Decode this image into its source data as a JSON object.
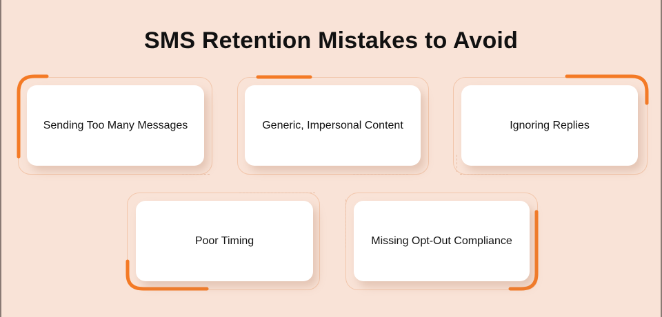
{
  "title": "SMS Retention Mistakes to Avoid",
  "accent_color": "#f47a25",
  "mistakes": [
    {
      "label": "Sending Too Many Messages"
    },
    {
      "label": "Generic, Impersonal Content"
    },
    {
      "label": "Ignoring Replies"
    },
    {
      "label": "Poor Timing"
    },
    {
      "label": "Missing Opt-Out Compliance"
    }
  ]
}
